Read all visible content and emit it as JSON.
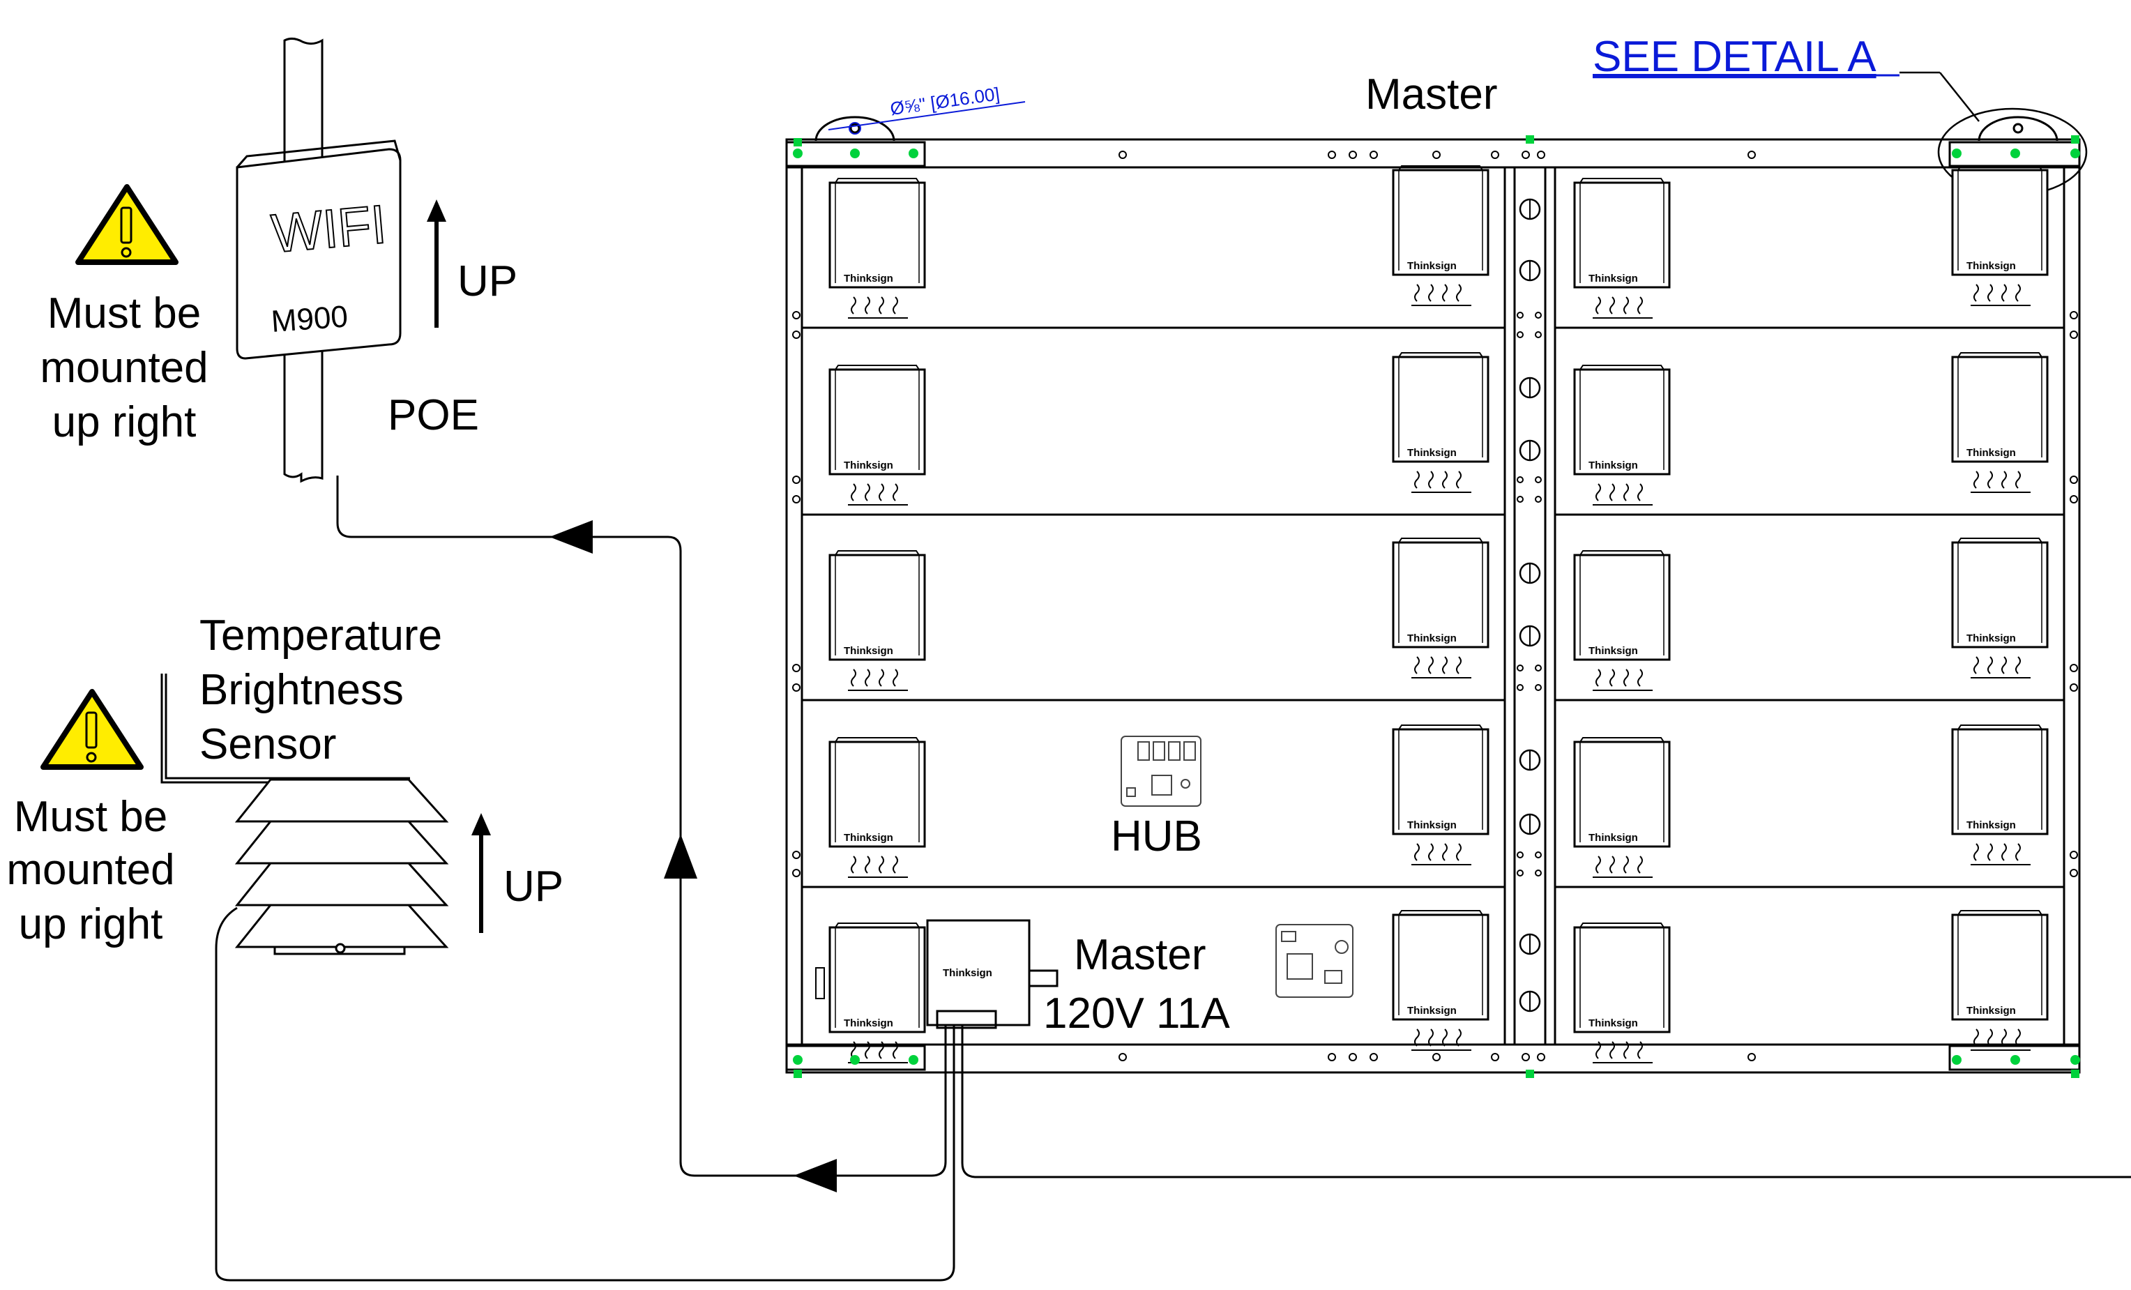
{
  "labels": {
    "master_top": "Master",
    "see_detail": "SEE DETAIL A",
    "dimension": "Ø⅝\" [Ø16.00]",
    "wifi": "WIFI",
    "wifi_model": "M900",
    "up_wifi": "UP",
    "poe": "POE",
    "warning_wifi": [
      "Must be",
      "mounted",
      "up right"
    ],
    "sensor": [
      "Temperature",
      "Brightness",
      "Sensor"
    ],
    "warning_sensor": [
      "Must be",
      "mounted",
      "up right"
    ],
    "up_sensor": "UP",
    "hub": "HUB",
    "master_box": [
      "Master",
      "120V 11A"
    ],
    "module_brand": "Thinksign",
    "box_brand": "Thinksign"
  },
  "colors": {
    "line": "#000000",
    "connector_green": "#00d23c",
    "link_blue": "#0a1ad8",
    "warning_yellow": "#ffed00"
  }
}
